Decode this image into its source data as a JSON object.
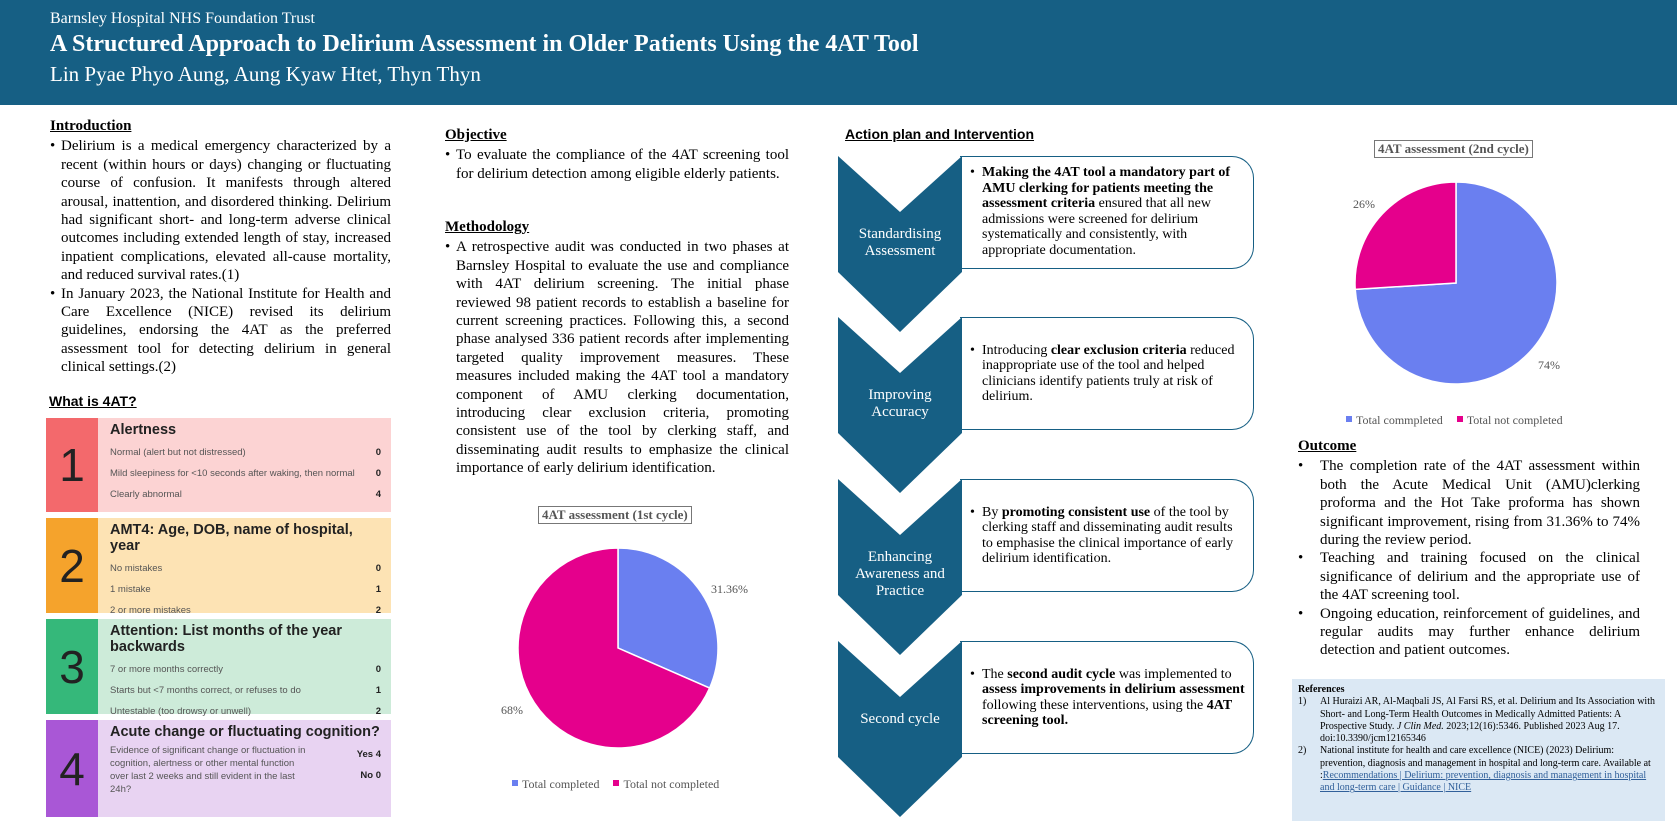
{
  "header": {
    "org": "Barnsley Hospital NHS Foundation Trust",
    "title": "A Structured Approach to Delirium Assessment in Older Patients Using the 4AT Tool",
    "authors": "Lin Pyae Phyo Aung,  Aung Kyaw Htet, Thyn Thyn"
  },
  "introduction": {
    "heading": "Introduction",
    "bullets": [
      "Delirium is a medical emergency characterized by a recent (within hours or days) changing or fluctuating course of confusion. It manifests through altered arousal, inattention, and disordered thinking. Delirium had significant short- and long-term adverse clinical outcomes including extended length of stay, increased inpatient complications, elevated all-cause mortality, and reduced survival rates.(1)",
      "In January 2023, the National Institute for Health and Care Excellence (NICE) revised its delirium guidelines, endorsing the 4AT as the preferred assessment tool for detecting delirium in general clinical settings.(2)"
    ]
  },
  "what4at": {
    "heading": "What is 4AT?",
    "cards": [
      {
        "num": "1",
        "title": "Alertness",
        "rows": [
          {
            "text": "Normal (alert but not distressed)",
            "score": "0"
          },
          {
            "text": "Mild sleepiness for <10 seconds after waking, then normal",
            "score": "0"
          },
          {
            "text": "Clearly abnormal",
            "score": "4"
          }
        ]
      },
      {
        "num": "2",
        "title": "AMT4: Age, DOB, name of hospital, year",
        "rows": [
          {
            "text": "No mistakes",
            "score": "0"
          },
          {
            "text": "1 mistake",
            "score": "1"
          },
          {
            "text": "2 or more mistakes",
            "score": "2"
          }
        ]
      },
      {
        "num": "3",
        "title": "Attention: List months of the year backwards",
        "rows": [
          {
            "text": "7 or more months correctly",
            "score": "0"
          },
          {
            "text": "Starts but <7 months correct, or refuses to do",
            "score": "1"
          },
          {
            "text": "Untestable (too drowsy or unwell)",
            "score": "2"
          }
        ]
      },
      {
        "num": "4",
        "title": "Acute change or fluctuating cognition?",
        "desc": "Evidence of significant change or fluctuation in cognition, alertness or other mental function over last 2 weeks and still evident in the last 24h?",
        "yes": "Yes  4",
        "no": "No    0"
      }
    ],
    "colors": {
      "c1_bg": "#fcd3d3",
      "c1_num": "#f3696c",
      "c2_bg": "#fde3b4",
      "c2_num": "#f5a32c",
      "c3_bg": "#cdebd9",
      "c3_num": "#35b87a",
      "c4_bg": "#e8d3f2",
      "c4_num": "#a957d6"
    }
  },
  "objective": {
    "heading": "Objective",
    "bullets": [
      "To evaluate the compliance of the 4AT screening tool for delirium detection among eligible elderly patients."
    ]
  },
  "methodology": {
    "heading": "Methodology",
    "bullets": [
      "A retrospective audit was conducted in two phases at Barnsley Hospital to evaluate the use and compliance with 4AT delirium screening. The initial phase reviewed 98 patient records to establish a baseline for current screening practices. Following this, a second phase analysed 336 patient records after implementing targeted quality improvement measures. These measures included making the 4AT tool a mandatory component of AMU clerking documentation, introducing clear exclusion criteria, promoting consistent use of the tool by clerking staff, and disseminating audit results to emphasize the clinical importance of early delirium identification."
    ]
  },
  "chart_data": [
    {
      "type": "pie",
      "title": "4AT assessment (1st cycle)",
      "categories": [
        "Total completed",
        "Total not completed"
      ],
      "values": [
        31.36,
        68
      ],
      "data_labels": [
        "31.36%",
        "68%"
      ],
      "colors": [
        "#6a7ff0",
        "#e5008c"
      ],
      "legend": "bottom"
    },
    {
      "type": "pie",
      "title": "4AT assessment (2nd cycle)",
      "categories": [
        "Total commpleted",
        "Total not completed"
      ],
      "values": [
        74,
        26
      ],
      "data_labels": [
        "74%",
        "26%"
      ],
      "colors": [
        "#6a7ff0",
        "#e5008c"
      ],
      "legend": "bottom"
    }
  ],
  "action": {
    "heading": "Action plan and Intervention",
    "steps": [
      {
        "label": "Standardising Assessment",
        "parts": [
          {
            "b": "Making the 4AT tool a mandatory part of AMU clerking for patients meeting the assessment criteria"
          },
          {
            "t": " ensured that all new admissions were screened for delirium systematically and consistently, with appropriate documentation."
          }
        ]
      },
      {
        "label": "Improving Accuracy",
        "parts": [
          {
            "t": "Introducing "
          },
          {
            "b": "clear exclusion criteria"
          },
          {
            "t": " reduced inappropriate use of the tool and helped clinicians identify patients truly at risk of delirium."
          }
        ]
      },
      {
        "label": "Enhancing Awareness and Practice",
        "parts": [
          {
            "t": "By "
          },
          {
            "b": "promoting consistent use"
          },
          {
            "t": " of the tool by clerking staff and disseminating audit results to emphasise the clinical importance of early delirium identification."
          }
        ]
      },
      {
        "label": "Second cycle",
        "parts": [
          {
            "t": "The "
          },
          {
            "b": "second audit cycle"
          },
          {
            "t": " was implemented to "
          },
          {
            "b": "assess improvements in delirium assessment"
          },
          {
            "t": " following these interventions, using the "
          },
          {
            "b": "4AT screening tool."
          }
        ]
      }
    ],
    "color": "#165f84"
  },
  "outcome": {
    "heading": "Outcome",
    "bullets": [
      "The completion rate of the 4AT assessment within both the Acute Medical Unit (AMU)clerking proforma and the Hot Take proforma has shown significant improvement, rising from 31.36% to 74% during the review period.",
      "Teaching and training focused on the clinical significance of delirium and the appropriate use of the 4AT screening tool.",
      "Ongoing education, reinforcement of guidelines, and regular audits may further enhance delirium detection and patient outcomes."
    ]
  },
  "references": {
    "heading": "References",
    "items": [
      {
        "n": "1)",
        "pre": "Al Huraizi AR, Al-Maqbali JS, Al Farsi RS, et al. Delirium and Its Association with Short- and Long-Term Health Outcomes in Medically Admitted Patients: A Prospective Study. ",
        "em": "J Clin Med.",
        "post": " 2023;12(16):5346. Published 2023 Aug 17. doi:10.3390/jcm12165346"
      },
      {
        "n": "2)",
        "pre": "National institute for health and care excellence (NICE) (2023) Delirium: prevention, diagnosis and management in hospital and long-term care. Available at :",
        "link": "Recommendations | Delirium: prevention, diagnosis and management in hospital and long-term care | Guidance | NICE"
      }
    ]
  }
}
